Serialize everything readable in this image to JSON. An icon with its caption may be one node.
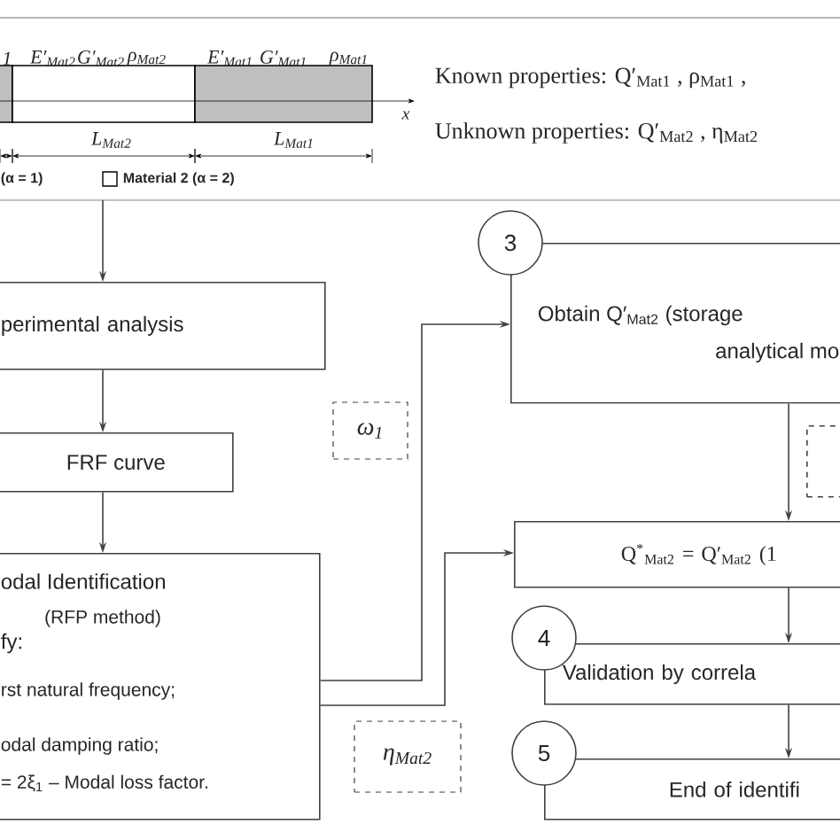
{
  "diagram": {
    "nodes": [
      {
        "text": [
          "perimental analysis"
        ]
      },
      {
        "text": [
          "FRF curve"
        ]
      },
      {
        "text": [
          "odal Identification",
          "(RFP method)",
          "fy:",
          "rst natural frequency;",
          "odal damping ratio;",
          "= 2ξ$_{1}$ – Modal loss factor."
        ]
      },
      {
        "text": [
          "3"
        ]
      },
      {
        "text": [
          "Obtain Q′$_{Mat2}$ (storage",
          "analytical mo"
        ]
      },
      {
        "text": [],
        "shape": "box"
      },
      {
        "text": [
          "Q$^{*}$$_{Mat2}$ = Q′$_{Mat2}$ (1"
        ]
      },
      {
        "text": [
          "4"
        ]
      },
      {
        "text": [
          "Validation by correla"
        ]
      },
      {
        "text": [
          "5"
        ]
      },
      {
        "text": [
          "End of identifi"
        ]
      }
    ],
    "edges": [
      {
        "from": null,
        "to": 0,
        "arrow": "to"
      },
      {
        "from": 0,
        "to": 1,
        "arrow": "to"
      },
      {
        "from": 1,
        "to": 2,
        "arrow": "to"
      },
      {
        "from": 2,
        "to": 4,
        "arrow": "to",
        "label": "ω$_{1}$"
      },
      {
        "from": 2,
        "to": 6,
        "arrow": "to",
        "label": "η$_{Mat2}$"
      },
      {
        "from": 4,
        "to": 6,
        "arrow": "to"
      },
      {
        "from": 6,
        "to": 8,
        "arrow": "to"
      },
      {
        "from": 8,
        "to": 10,
        "arrow": "to"
      }
    ],
    "labels": [
      "1",
      "E′$_{Mat2}$",
      "G′$_{Mat2}$",
      "ρ$_{Mat2}$",
      "E′$_{Mat1}$",
      "G′$_{Mat1}$",
      "ρ$_{Mat1}$",
      "Known properties: Q′$_{Mat1}$ , ρ$_{Mat1}$ ,",
      "x",
      "L$_{Mat2}$",
      "L$_{Mat1}$",
      "Unknown properties: Q′$_{Mat2}$ , η$_{Mat2}$",
      "(α = 1)"
    ],
    "legend": [
      {
        "text": "Material 2 (α = 2)"
      }
    ]
  }
}
